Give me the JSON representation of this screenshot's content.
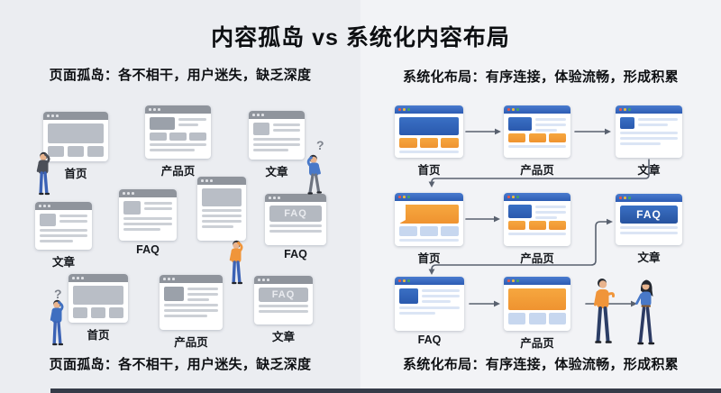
{
  "title": "内容孤岛 vs 系统化内容布局",
  "left": {
    "subtitle": "页面孤岛：各不相干，用户迷失，缺乏深度",
    "caption": "页面孤岛：各不相干，用户迷失，缺乏深度",
    "question_mark": "?",
    "cards": [
      {
        "label": "首页"
      },
      {
        "label": "产品页"
      },
      {
        "label": "文章"
      },
      {
        "label": "文章"
      },
      {
        "label": "FAQ"
      },
      {
        "label": ""
      },
      {
        "label": "FAQ",
        "inner": "FAQ"
      },
      {
        "label": "首页"
      },
      {
        "label": "产品页"
      },
      {
        "label": "文章",
        "inner": "FAQ"
      }
    ]
  },
  "right": {
    "subtitle": "系统化布局：有序连接，体验流畅，形成积累",
    "caption": "系统化布局：有序连接，体验流畅，形成积累",
    "cards": [
      {
        "label": "首页"
      },
      {
        "label": "产品页"
      },
      {
        "label": "文章"
      },
      {
        "label": "首页"
      },
      {
        "label": "产品页"
      },
      {
        "label": "文章",
        "inner": "FAQ"
      },
      {
        "label": "FAQ"
      },
      {
        "label": "产品页"
      }
    ]
  },
  "colors": {
    "background_left": "#ebedf1",
    "background_right": "#f2f3f6",
    "accent_blue": "#2e63ba",
    "accent_orange": "#f09a38",
    "gray_header": "#8f949c",
    "gray_block": "#b9bec6",
    "arrow": "#59616f"
  }
}
